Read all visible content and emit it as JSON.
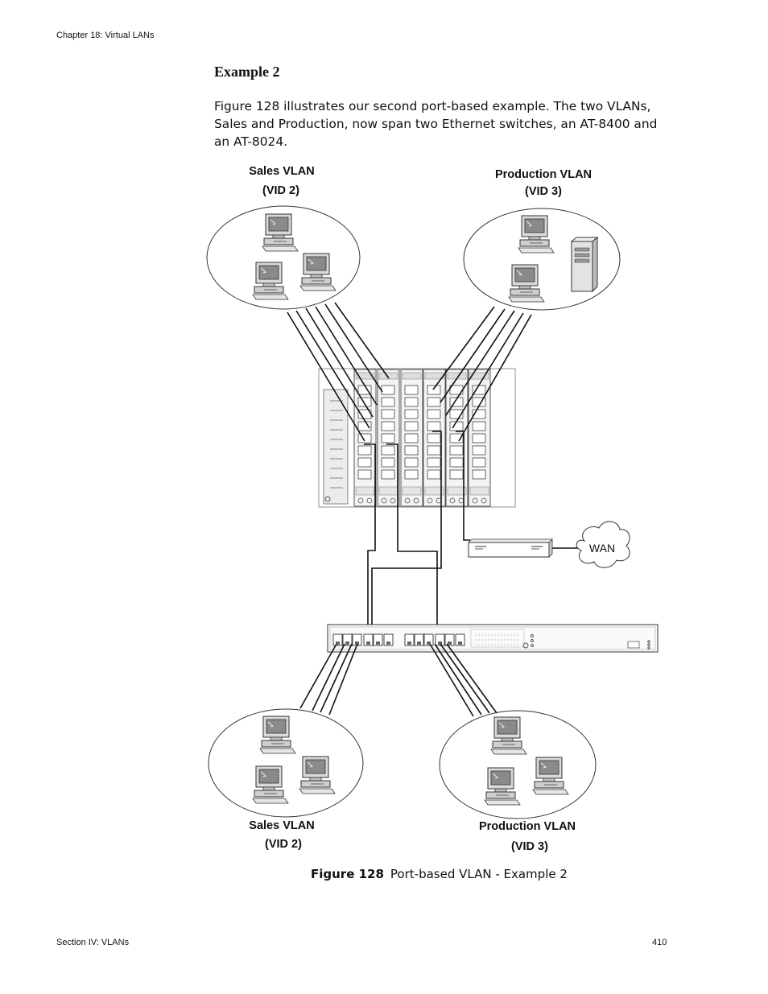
{
  "header": {
    "chapter": "Chapter 18: Virtual LANs"
  },
  "section": {
    "heading": "Example 2",
    "paragraph": "Figure 128 illustrates our second port-based example. The two VLANs, Sales and Production, now span two Ethernet switches, an AT-8400 and an AT-8024."
  },
  "figure": {
    "top_sales": {
      "name": "Sales VLAN",
      "vid": "(VID 2)"
    },
    "top_production": {
      "name": "Production VLAN",
      "vid": "(VID 3)"
    },
    "bottom_sales": {
      "name": "Sales VLAN",
      "vid": "(VID 2)"
    },
    "bottom_production": {
      "name": "Production VLAN",
      "vid": "(VID 3)"
    },
    "wan_label": "WAN",
    "caption_number": "Figure 128",
    "caption_text": "Port-based VLAN - Example 2"
  },
  "footer": {
    "section": "Section IV: VLANs",
    "page": "410"
  }
}
